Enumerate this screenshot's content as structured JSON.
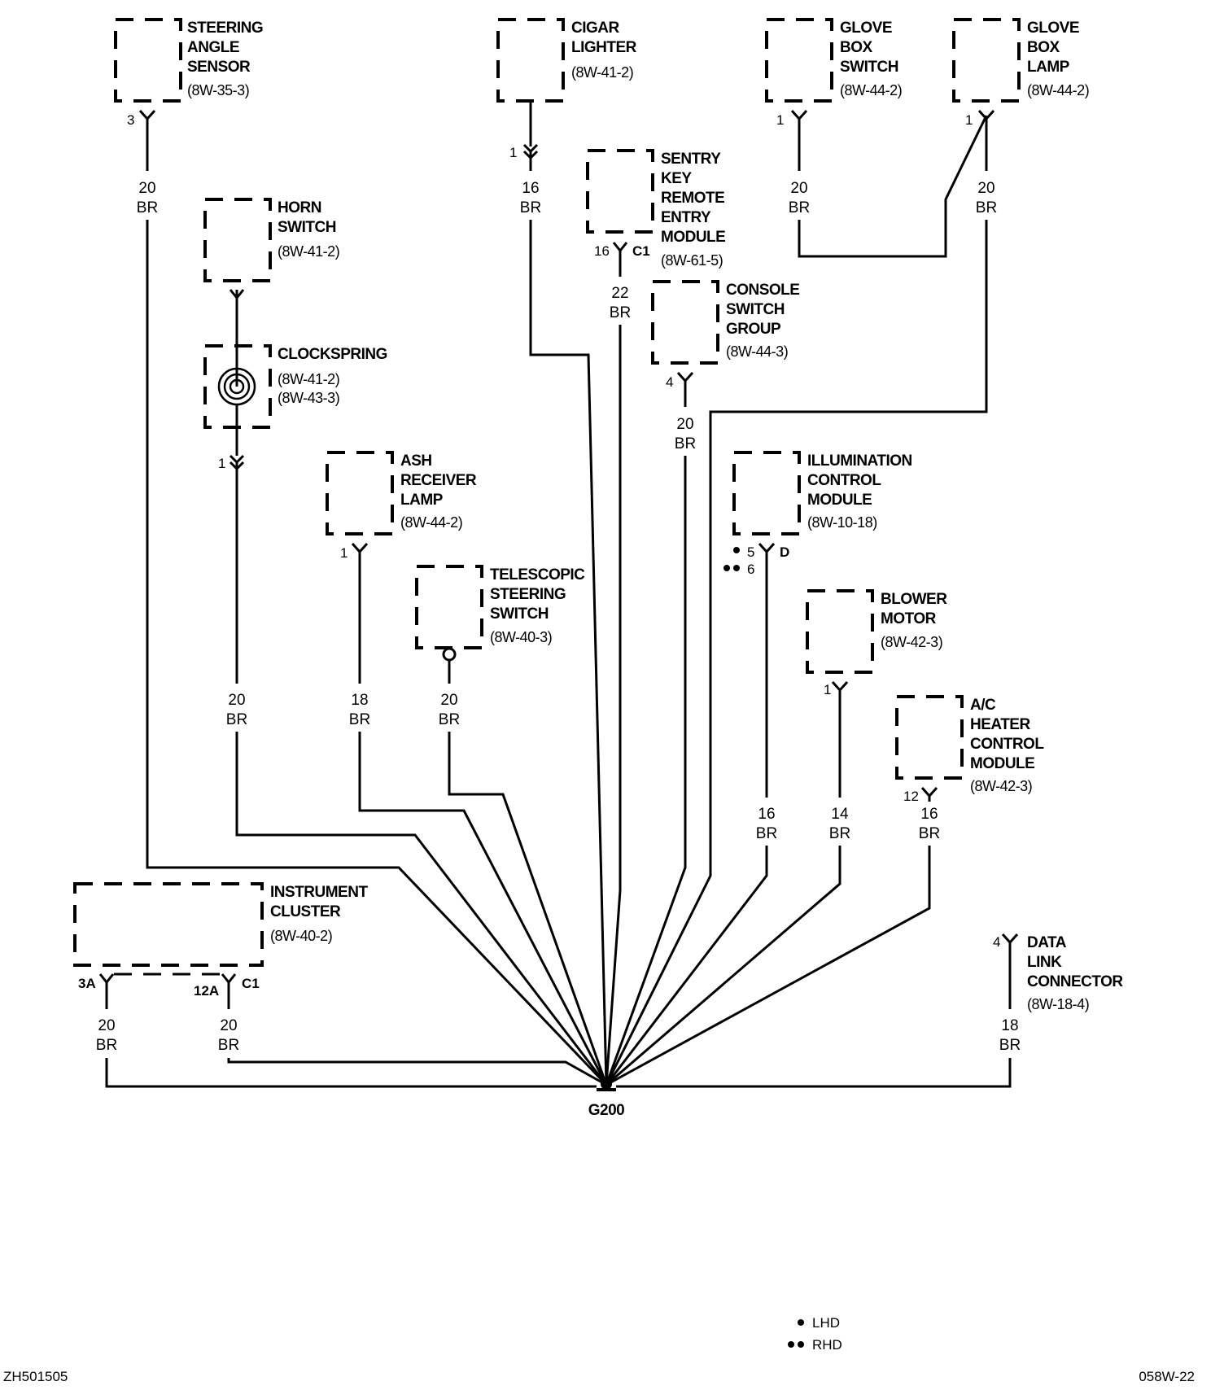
{
  "diagram": {
    "ground": {
      "label": "G200"
    },
    "components": [
      {
        "id": "steering-angle-sensor",
        "lines": [
          "STEERING",
          "ANGLE",
          "SENSOR"
        ],
        "ref": "(8W-35-3)",
        "pin": "3",
        "wire": {
          "gauge": "20",
          "color": "BR"
        }
      },
      {
        "id": "horn-switch",
        "lines": [
          "HORN",
          "SWITCH"
        ],
        "ref": "(8W-41-2)"
      },
      {
        "id": "clockspring",
        "lines": [
          "CLOCKSPRING"
        ],
        "refs": [
          "(8W-41-2)",
          "(8W-43-3)"
        ],
        "pin": "1",
        "wire": {
          "gauge": "20",
          "color": "BR"
        }
      },
      {
        "id": "cigar-lighter",
        "lines": [
          "CIGAR",
          "LIGHTER"
        ],
        "ref": "(8W-41-2)",
        "pin": "1",
        "wire": {
          "gauge": "16",
          "color": "BR"
        }
      },
      {
        "id": "sentry-key-remote-entry-module",
        "lines": [
          "SENTRY",
          "KEY",
          "REMOTE",
          "ENTRY",
          "MODULE"
        ],
        "ref": "(8W-61-5)",
        "pin": "16",
        "connector": "C1",
        "wire": {
          "gauge": "22",
          "color": "BR"
        }
      },
      {
        "id": "glove-box-switch",
        "lines": [
          "GLOVE",
          "BOX",
          "SWITCH"
        ],
        "ref": "(8W-44-2)",
        "pin": "1",
        "wire": {
          "gauge": "20",
          "color": "BR"
        }
      },
      {
        "id": "glove-box-lamp",
        "lines": [
          "GLOVE",
          "BOX",
          "LAMP"
        ],
        "ref": "(8W-44-2)",
        "pin": "1",
        "wire": {
          "gauge": "20",
          "color": "BR"
        }
      },
      {
        "id": "console-switch-group",
        "lines": [
          "CONSOLE",
          "SWITCH",
          "GROUP"
        ],
        "ref": "(8W-44-3)",
        "pin": "4",
        "wire": {
          "gauge": "20",
          "color": "BR"
        }
      },
      {
        "id": "ash-receiver-lamp",
        "lines": [
          "ASH",
          "RECEIVER",
          "LAMP"
        ],
        "ref": "(8W-44-2)",
        "pin": "1",
        "wire": {
          "gauge": "18",
          "color": "BR"
        }
      },
      {
        "id": "telescopic-steering-switch",
        "lines": [
          "TELESCOPIC",
          "STEERING",
          "SWITCH"
        ],
        "ref": "(8W-40-3)",
        "wire": {
          "gauge": "20",
          "color": "BR"
        }
      },
      {
        "id": "illumination-control-module",
        "lines": [
          "ILLUMINATION",
          "CONTROL",
          "MODULE"
        ],
        "ref": "(8W-10-18)",
        "pins": [
          "5",
          "6"
        ],
        "connector": "D",
        "wire": {
          "gauge": "16",
          "color": "BR"
        }
      },
      {
        "id": "blower-motor",
        "lines": [
          "BLOWER",
          "MOTOR"
        ],
        "ref": "(8W-42-3)",
        "pin": "1",
        "wire": {
          "gauge": "14",
          "color": "BR"
        }
      },
      {
        "id": "ac-heater-control-module",
        "lines": [
          "A/C",
          "HEATER",
          "CONTROL",
          "MODULE"
        ],
        "ref": "(8W-42-3)",
        "pin": "12",
        "wire": {
          "gauge": "16",
          "color": "BR"
        }
      },
      {
        "id": "instrument-cluster",
        "lines": [
          "INSTRUMENT",
          "CLUSTER"
        ],
        "ref": "(8W-40-2)",
        "pins": [
          "3A",
          "12A"
        ],
        "connector": "C1",
        "wires": [
          {
            "gauge": "20",
            "color": "BR"
          },
          {
            "gauge": "20",
            "color": "BR"
          }
        ]
      },
      {
        "id": "data-link-connector",
        "lines": [
          "DATA",
          "LINK",
          "CONNECTOR"
        ],
        "ref": "(8W-18-4)",
        "pin": "4",
        "wire": {
          "gauge": "18",
          "color": "BR"
        }
      }
    ],
    "legend": [
      {
        "symbol": "single-dot",
        "label": "LHD"
      },
      {
        "symbol": "double-dot",
        "label": "RHD"
      }
    ],
    "footer": {
      "left": "ZH501505",
      "right": "058W-22"
    }
  }
}
